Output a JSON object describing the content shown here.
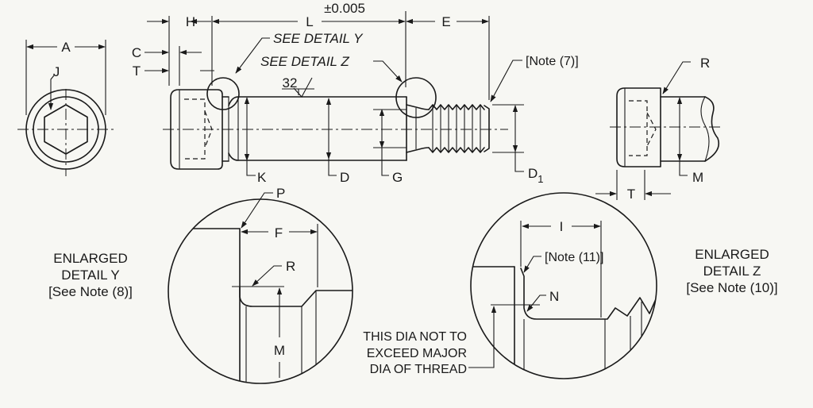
{
  "labels": {
    "A": "A",
    "J": "J",
    "H": "H",
    "L": "L",
    "tolerance": "±0.005",
    "E": "E",
    "C": "C",
    "T": "T",
    "see_detail_y": "SEE DETAIL Y",
    "see_detail_z": "SEE DETAIL Z",
    "finish": "32",
    "note7": "[Note (7)]",
    "K": "K",
    "D": "D",
    "G": "G",
    "D1_main": "D",
    "D1_sub": "1",
    "R": "R",
    "M": "M",
    "P": "P",
    "F": "F",
    "I": "I",
    "N": "N",
    "note11": "[Note (11)]"
  },
  "detail_y": {
    "line1": "ENLARGED",
    "line2": "DETAIL Y",
    "note": "[See Note (8)]"
  },
  "detail_z": {
    "line1": "ENLARGED",
    "line2": "DETAIL Z",
    "note": "[See Note (10)]"
  },
  "thread_note": {
    "line1": "THIS DIA NOT TO",
    "line2": "EXCEED MAJOR",
    "line3": "DIA OF THREAD"
  }
}
